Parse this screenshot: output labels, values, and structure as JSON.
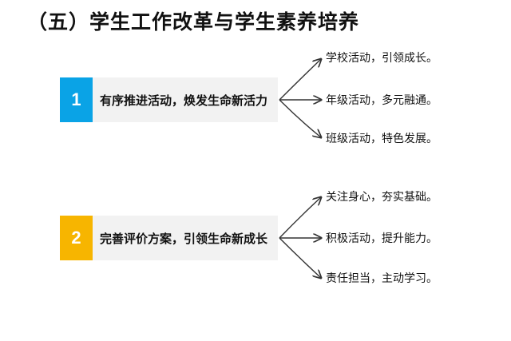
{
  "title": "（五）学生工作改革与学生素养培养",
  "colors": {
    "box1": "#0aa3e6",
    "box2": "#f7b500",
    "label_bg": "#f2f2f2",
    "arrow": "#333333"
  },
  "groups": [
    {
      "number": "1",
      "label": "有序推进活动，焕发生命新活力",
      "branches": [
        "学校活动，引领成长。",
        "年级活动，多元融通。",
        "班级活动，特色发展。"
      ]
    },
    {
      "number": "2",
      "label": "完善评价方案，引领生命新成长",
      "branches": [
        "关注身心，夯实基础。",
        "积极活动，提升能力。",
        "责任担当，主动学习。"
      ]
    }
  ]
}
